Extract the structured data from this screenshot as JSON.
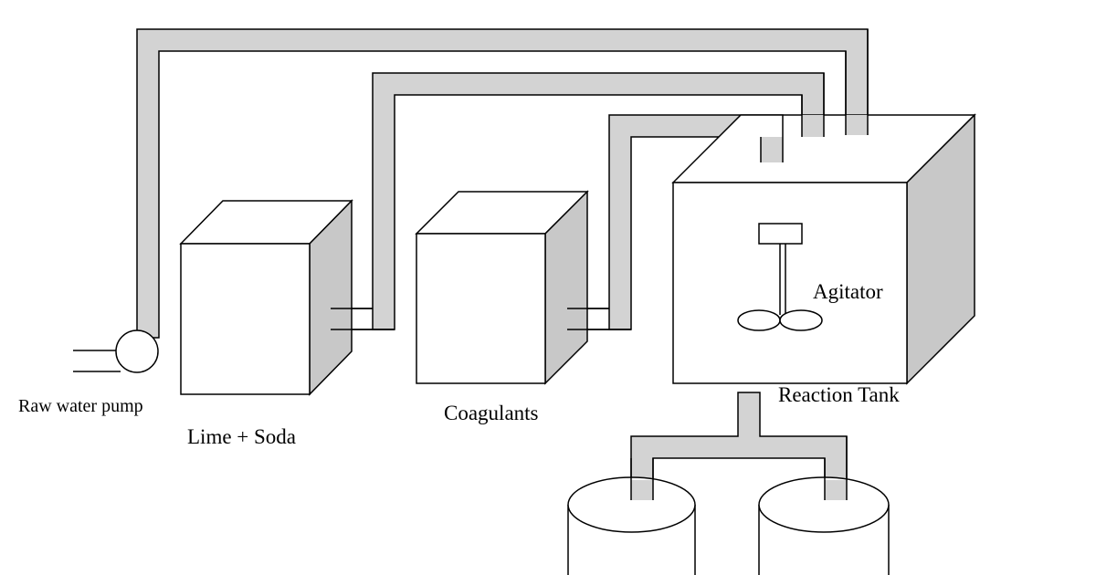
{
  "labels": {
    "pump": "Raw water pump",
    "lime_soda": "Lime + Soda",
    "coagulants": "Coagulants",
    "agitator": "Agitator",
    "reaction_tank": "Reaction Tank"
  }
}
